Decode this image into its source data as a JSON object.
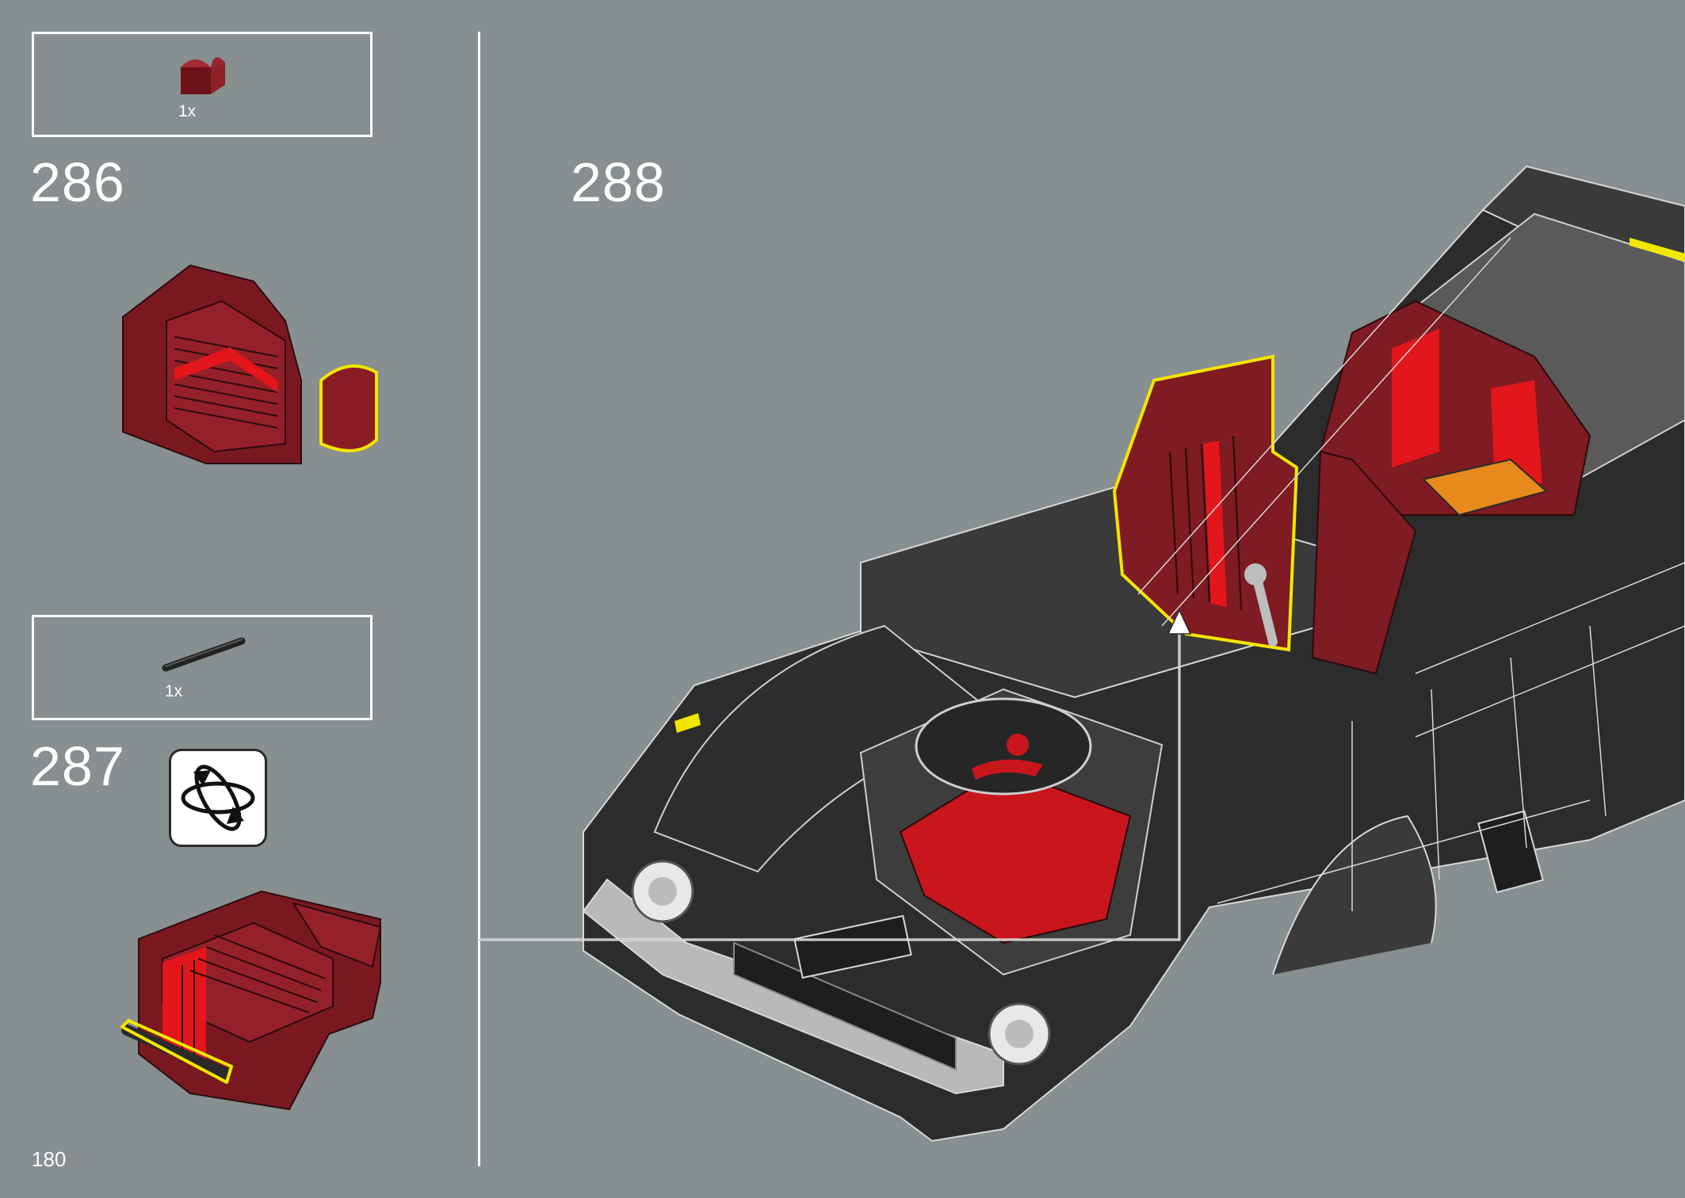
{
  "steps": {
    "step_a": {
      "number": "286",
      "part_qty": "1x"
    },
    "step_b": {
      "number": "287",
      "part_qty": "1x"
    },
    "step_c": {
      "number": "288"
    }
  },
  "page": {
    "number": "180"
  },
  "icons": {
    "rotate": "rotate-model-icon"
  },
  "colors": {
    "background": "#878f90",
    "dark_red": "#7d1a22",
    "bright_red": "#e3161b",
    "highlight": "#f2e600",
    "car_black": "#2c2c2c"
  }
}
